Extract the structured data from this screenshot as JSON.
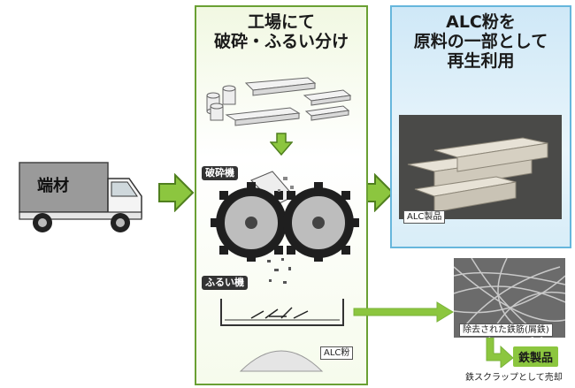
{
  "truck": {
    "label": "端材"
  },
  "factory": {
    "title_line1": "工場にて",
    "title_line2": "破砕・ふるい分け",
    "crusher_label": "破砕機",
    "sieve_label": "ふるい機",
    "powder_label": "ALC粉"
  },
  "reuse": {
    "title_line1": "ALC粉を",
    "title_line2": "原料の一部として",
    "title_line3": "再生利用",
    "photo_caption": "ALC製品"
  },
  "iron": {
    "photo_caption": "除去された鉄筋(屑鉄)",
    "product_label": "鉄製品",
    "sale_text": "鉄スクラップとして売却"
  },
  "colors": {
    "arrow_green": "#8cc63f",
    "arrow_dark": "#4f7f1e",
    "mid_border": "#6aa033",
    "right_border": "#66b6dc"
  }
}
